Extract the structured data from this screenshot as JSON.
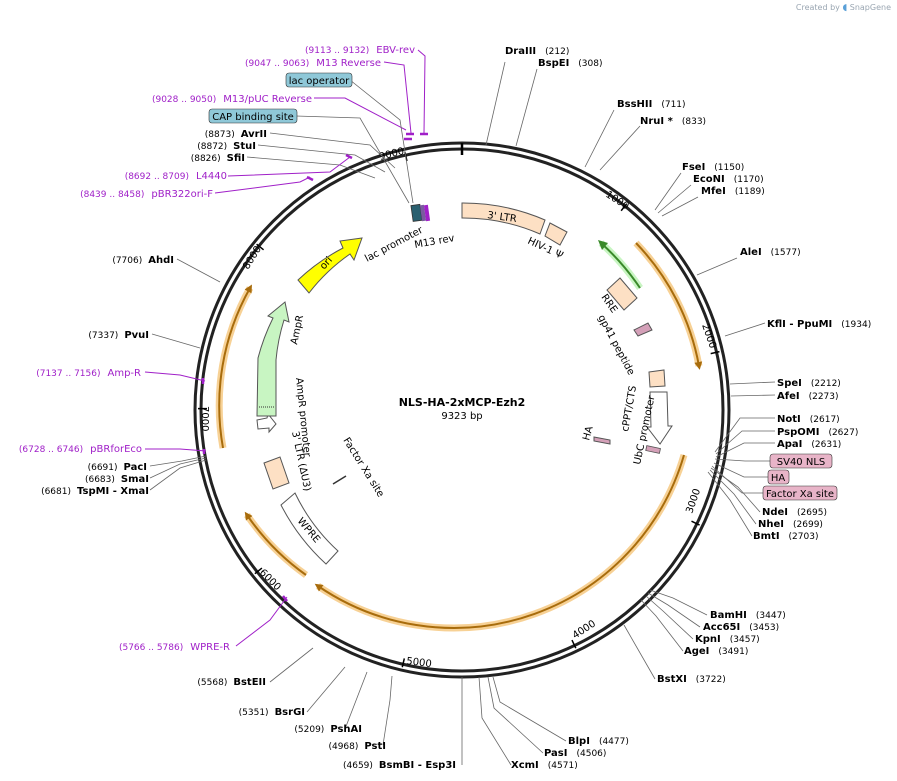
{
  "credit": {
    "prefix": "Created by",
    "brand": "SnapGene"
  },
  "plasmid": {
    "name": "NLS-HA-2xMCP-Ezh2",
    "length_label": "9323 bp",
    "length": 9323
  },
  "ticks": [
    "1000",
    "2000",
    "3000",
    "4000",
    "5000",
    "6000",
    "7000",
    "8000",
    "9000"
  ],
  "colors": {
    "primer": "#a020c8",
    "ring": "#222222",
    "feature_orange": "#f5c57a",
    "feature_peach": "#fde0c4",
    "feature_green": "#c8f5c2",
    "feature_yellow": "#ffff00",
    "boxed_blue": "#8fc8d8",
    "boxed_pink": "#e8b4c8"
  },
  "enzymes": [
    {
      "name": "DraIII",
      "pos": "(212)"
    },
    {
      "name": "BspEI",
      "pos": "(308)"
    },
    {
      "name": "BssHII",
      "pos": "(711)"
    },
    {
      "name": "NruI *",
      "pos": "(833)"
    },
    {
      "name": "FseI",
      "pos": "(1150)"
    },
    {
      "name": "EcoNI",
      "pos": "(1170)"
    },
    {
      "name": "MfeI",
      "pos": "(1189)"
    },
    {
      "name": "AleI",
      "pos": "(1577)"
    },
    {
      "name": "KflI  - PpuMI",
      "pos": "(1934)"
    },
    {
      "name": "SpeI",
      "pos": "(2212)"
    },
    {
      "name": "AfeI",
      "pos": "(2273)"
    },
    {
      "name": "NotI",
      "pos": "(2617)"
    },
    {
      "name": "PspOMI",
      "pos": "(2627)"
    },
    {
      "name": "ApaI",
      "pos": "(2631)"
    },
    {
      "name": "NdeI",
      "pos": "(2695)"
    },
    {
      "name": "NheI",
      "pos": "(2699)"
    },
    {
      "name": "BmtI",
      "pos": "(2703)"
    },
    {
      "name": "BamHI",
      "pos": "(3447)"
    },
    {
      "name": "Acc65I",
      "pos": "(3453)"
    },
    {
      "name": "KpnI",
      "pos": "(3457)"
    },
    {
      "name": "AgeI",
      "pos": "(3491)"
    },
    {
      "name": "BstXI",
      "pos": "(3722)"
    },
    {
      "name": "BlpI",
      "pos": "(4477)"
    },
    {
      "name": "PasI",
      "pos": "(4506)"
    },
    {
      "name": "XcmI",
      "pos": "(4571)"
    },
    {
      "name": "BsmBI  - Esp3I",
      "pos": "(4659)"
    },
    {
      "name": "PstI",
      "pos": "(4968)"
    },
    {
      "name": "PshAI",
      "pos": "(5209)"
    },
    {
      "name": "BsrGI",
      "pos": "(5351)"
    },
    {
      "name": "BstEII",
      "pos": "(5568)"
    },
    {
      "name": "TspMI  - XmaI",
      "pos": "(6681)"
    },
    {
      "name": "SmaI",
      "pos": "(6683)"
    },
    {
      "name": "PacI",
      "pos": "(6691)"
    },
    {
      "name": "PvuI",
      "pos": "(7337)"
    },
    {
      "name": "AhdI",
      "pos": "(7706)"
    },
    {
      "name": "SfiI",
      "pos": "(8826)"
    },
    {
      "name": "StuI",
      "pos": "(8872)"
    },
    {
      "name": "AvrII",
      "pos": "(8873)"
    }
  ],
  "primers": [
    {
      "name": "EBV-rev",
      "range": "(9113 .. 9132)"
    },
    {
      "name": "M13 Reverse",
      "range": "(9047 .. 9063)"
    },
    {
      "name": "M13/pUC Reverse",
      "range": "(9028 .. 9050)"
    },
    {
      "name": "L4440",
      "range": "(8692 .. 8709)"
    },
    {
      "name": "pBR322ori-F",
      "range": "(8439 .. 8458)"
    },
    {
      "name": "Amp-R",
      "range": "(7137 .. 7156)"
    },
    {
      "name": "pBRforEco",
      "range": "(6728 .. 6746)"
    },
    {
      "name": "WPRE-R",
      "range": "(5766 .. 5786)"
    }
  ],
  "boxed_features": [
    "lac operator",
    "CAP binding site",
    "SV40 NLS",
    "HA",
    "Factor Xa site"
  ],
  "features": {
    "ltr3": "3' LTR",
    "hiv_psi": "HIV-1 Ψ",
    "rre": "RRE",
    "gp41": "gp41 peptide",
    "cppt": "cPPT/CTS",
    "ubc": "UbC promoter",
    "ha": "HA",
    "factor_xa": "Factor Xa site",
    "wpre": "WPRE",
    "ltr_d_u3": "3' LTR (ΔU3)",
    "ampr_promoter": "AmpR promoter",
    "ampr": "AmpR",
    "ori": "ori",
    "lac_promoter": "lac promoter",
    "m13_rev": "M13 rev"
  }
}
